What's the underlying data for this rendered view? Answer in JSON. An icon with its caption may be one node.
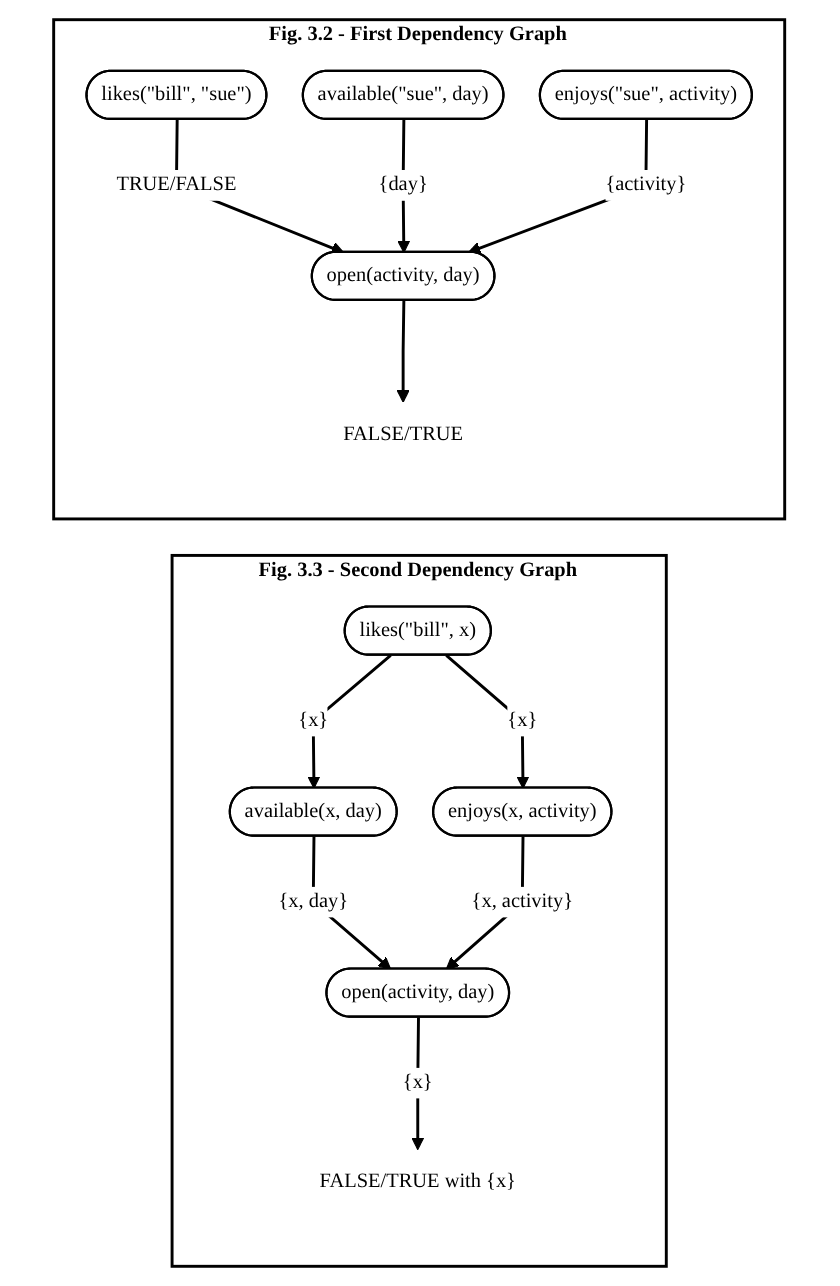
{
  "diagram": {
    "nodes": [
      {
        "text": [
          "Fig. 3.2 - First Dependency Graph"
        ]
      },
      {
        "text": [
          "likes(\"bill\", \"sue\")"
        ],
        "in": 0
      },
      {
        "text": [
          "available(\"sue\", day)"
        ],
        "in": 0
      },
      {
        "text": [
          "enjoys(\"sue\", activity)"
        ],
        "in": 0
      },
      {
        "text": [
          "open(activity, day)"
        ],
        "in": 0
      },
      {
        "text": [
          "FALSE/TRUE"
        ],
        "in": 0
      },
      {
        "text": [
          "Fig. 3.3 - Second Dependency Graph"
        ]
      },
      {
        "text": [
          "likes(\"bill\", x)"
        ],
        "in": 6
      },
      {
        "text": [
          "available(x, day)"
        ],
        "in": 6
      },
      {
        "text": [
          "enjoys(x, activity)"
        ],
        "in": 6
      },
      {
        "text": [
          "open(activity, day)"
        ],
        "in": 6
      },
      {
        "text": [
          "FALSE/TRUE with {x}"
        ],
        "in": 6
      }
    ],
    "edges": [
      {
        "from": 1,
        "to": 4,
        "arrow": "to",
        "label": "TRUE/FALSE"
      },
      {
        "from": 2,
        "to": 4,
        "arrow": "to",
        "label": "{day}"
      },
      {
        "from": 3,
        "to": 4,
        "arrow": "to",
        "label": "{activity}"
      },
      {
        "from": 4,
        "to": 5,
        "arrow": "to"
      },
      {
        "from": 7,
        "to": 8,
        "arrow": "to",
        "label": "{x}"
      },
      {
        "from": 7,
        "to": 9,
        "arrow": "to",
        "label": "{x}"
      },
      {
        "from": 8,
        "to": 10,
        "arrow": "to",
        "label": "{x, day}"
      },
      {
        "from": 9,
        "to": 10,
        "arrow": "to",
        "label": "{x, activity}"
      },
      {
        "from": 10,
        "to": 11,
        "arrow": "to",
        "label": "{x}"
      }
    ]
  }
}
